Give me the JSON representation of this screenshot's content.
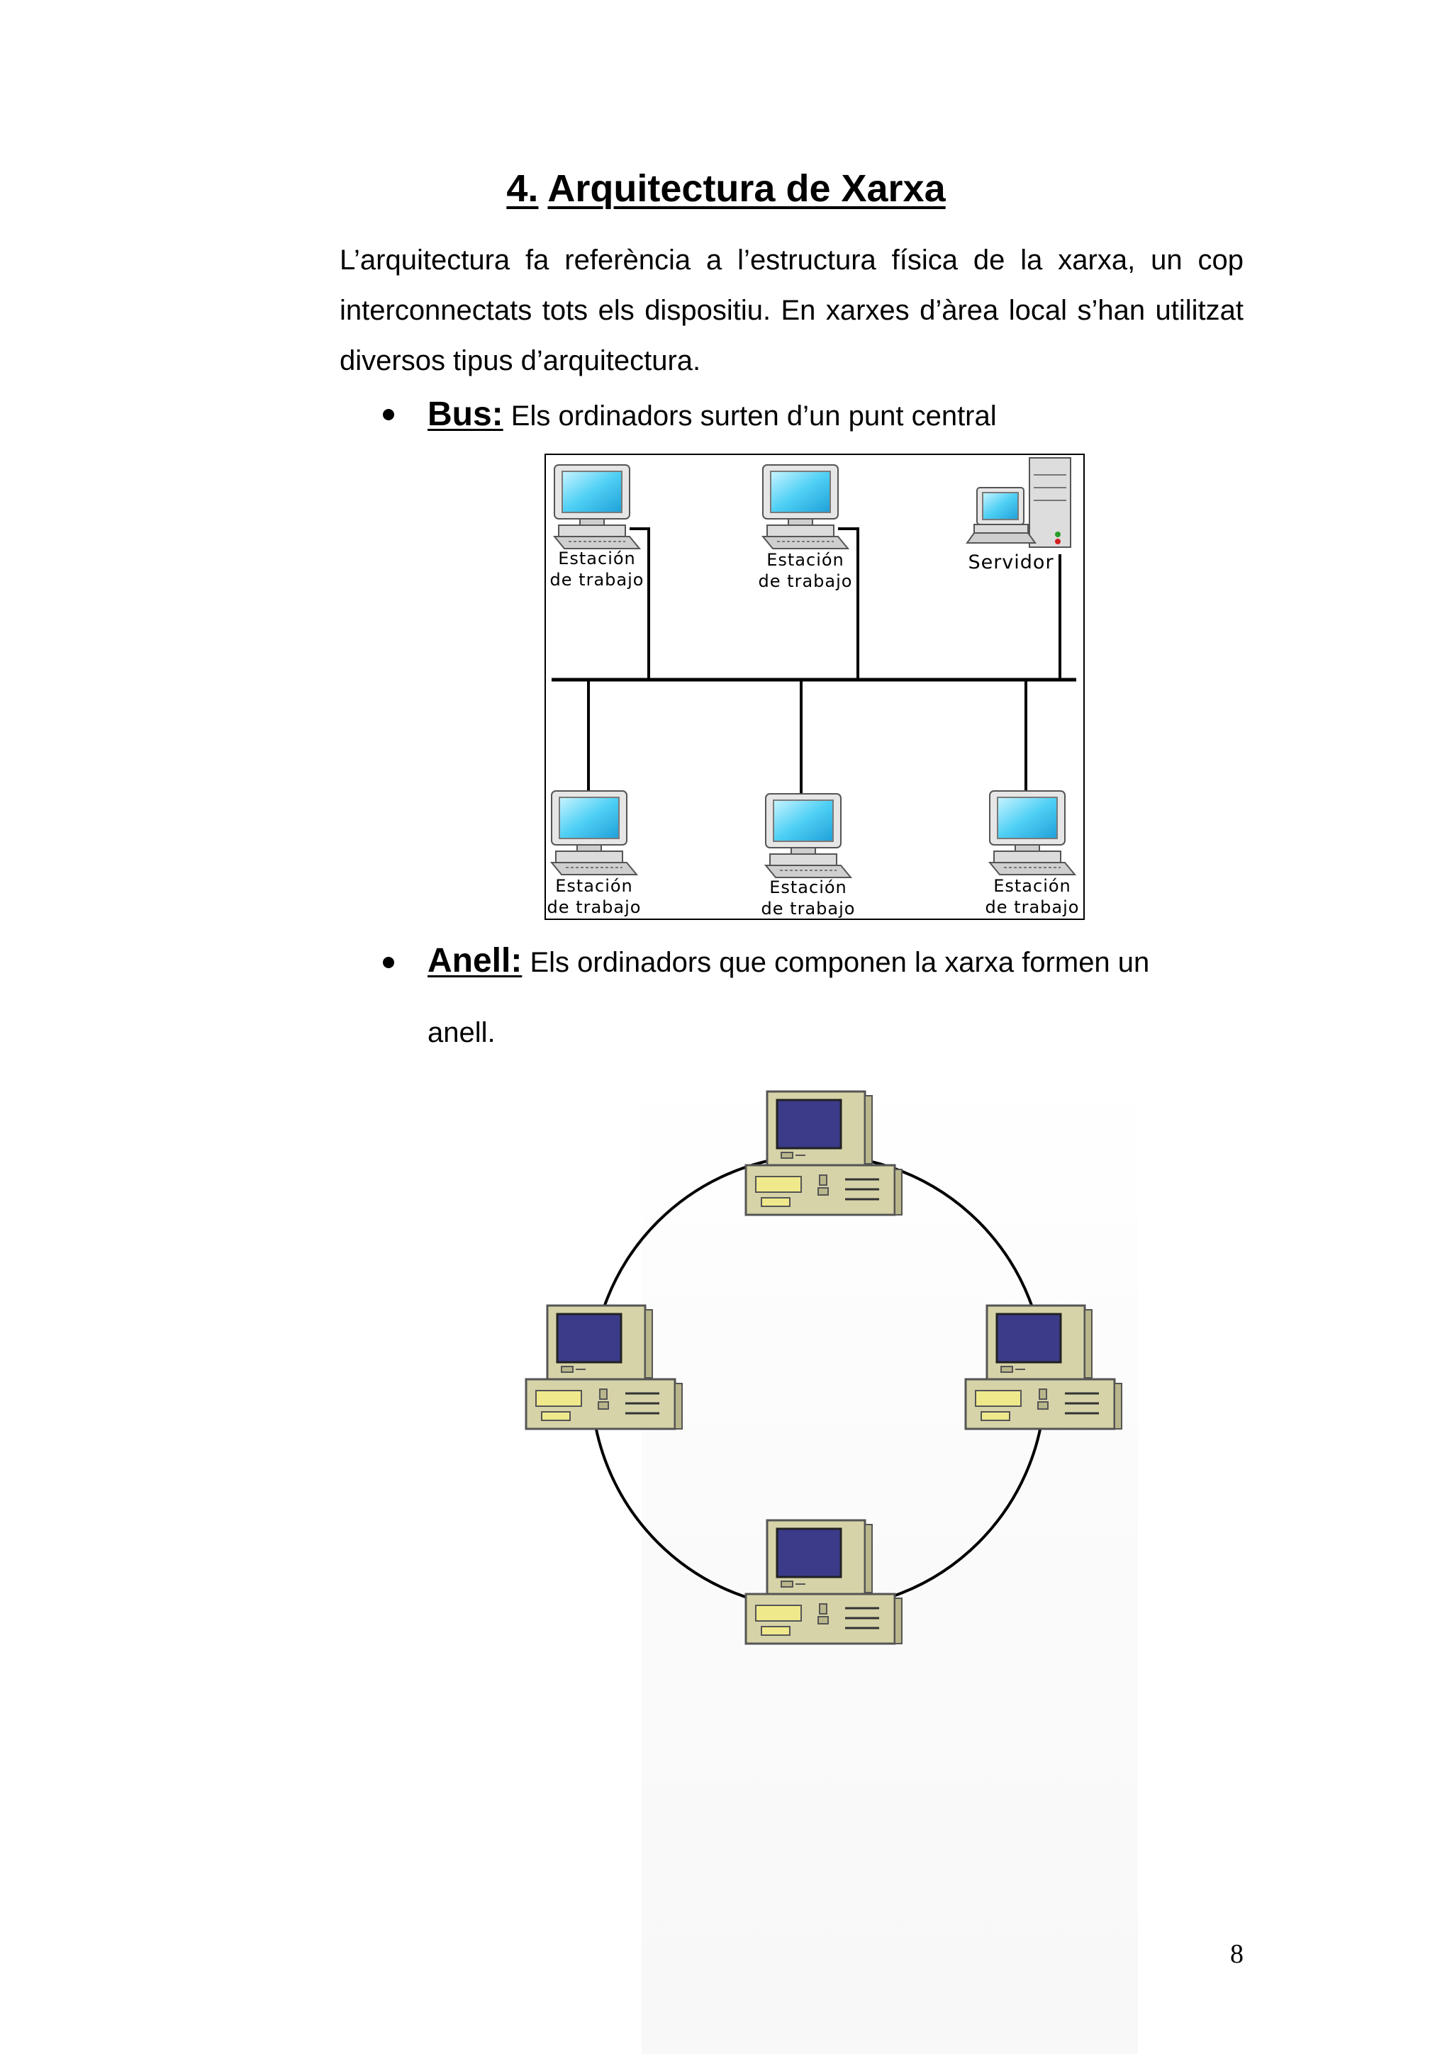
{
  "heading": {
    "number": "4.",
    "title": "Arquitectura de Xarxa"
  },
  "intro": "L’arquitectura fa referència a l’estructura física de la xarxa, un cop interconnectats tots els dispositiu. En xarxes d’àrea local s’han utilitzat diversos tipus d’arquitectura.",
  "bullets": [
    {
      "term": "Bus:",
      "text": " Els ordinadors surten d’un punt central"
    },
    {
      "term": "Anell:",
      "text": " Els ordinadors que componen la xarxa formen un anell."
    }
  ],
  "bus_diagram": {
    "workstation_line1": "Estación",
    "workstation_line2": "de trabajo",
    "server_label": "Servidor"
  },
  "page_number": "8"
}
